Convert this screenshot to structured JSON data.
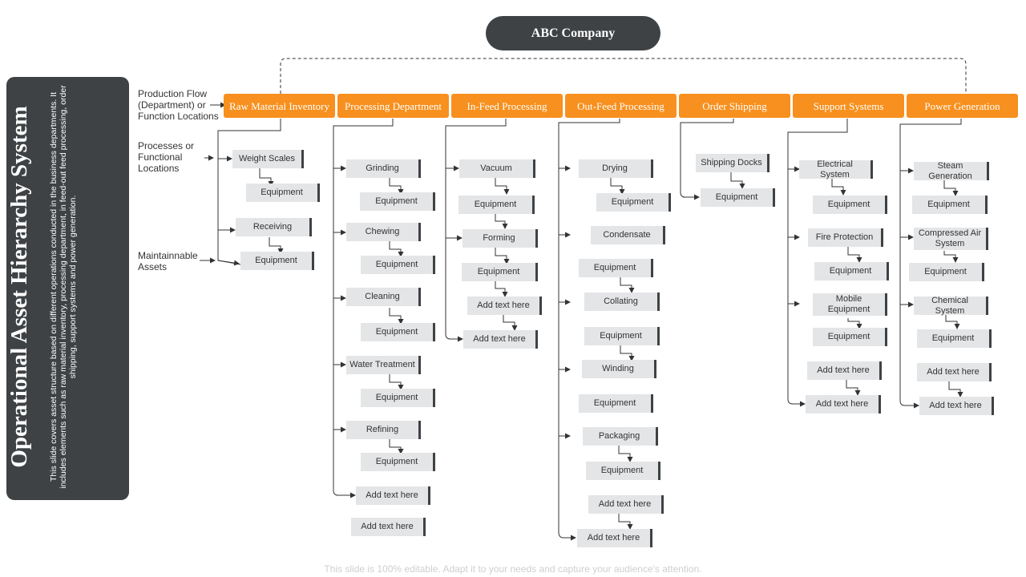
{
  "title": "Operational Asset Hierarchy System",
  "description": "This slide covers asset structure based on different operations conducted in the business departments. It includes elements such as raw material inventory, processing department, in feed-out feed processing, order shipping, support systems and power generation.",
  "company": "ABC Company",
  "legend": {
    "flow": "Production Flow (Department) or Function Locations",
    "processes": "Processes or Functional Locations",
    "assets": "Maintainnable Assets"
  },
  "departments": [
    {
      "name": "Raw Material Inventory",
      "items": [
        "Weight Scales",
        "Equipment",
        "Receiving",
        "Equipment"
      ]
    },
    {
      "name": "Processing Department",
      "items": [
        "Grinding",
        "Equipment",
        "Chewing",
        "Equipment",
        "Cleaning",
        "Equipment",
        "Water Treatment",
        "Equipment",
        "Refining",
        "Equipment",
        "Add text here",
        "Add text here"
      ]
    },
    {
      "name": "In-Feed Processing",
      "items": [
        "Vacuum",
        "Equipment",
        "Forming",
        "Equipment",
        "Add text here",
        "Add text here"
      ]
    },
    {
      "name": "Out-Feed Processing",
      "items": [
        "Drying",
        "Equipment",
        "Condensate",
        "Equipment",
        "Collating",
        "Equipment",
        "Winding",
        "Equipment",
        "Packaging",
        "Equipment",
        "Add text here",
        "Add text here"
      ]
    },
    {
      "name": "Order Shipping",
      "items": [
        "Shipping Docks",
        "Equipment"
      ]
    },
    {
      "name": "Support Systems",
      "items": [
        "Electrical System",
        "Equipment",
        "Fire Protection",
        "Equipment",
        "Mobile Equipment",
        "Equipment",
        "Add text here",
        "Add text here"
      ]
    },
    {
      "name": "Power Generation",
      "items": [
        "Steam Generation",
        "Equipment",
        "Compressed Air System",
        "Equipment",
        "Chemical System",
        "Equipment",
        "Add text here",
        "Add text here"
      ]
    }
  ],
  "footer": "This slide is 100% editable. Adapt it to your needs and capture your audience's attention.",
  "colors": {
    "accent": "#f7901e",
    "dark": "#3f4245",
    "box": "#e4e5e7"
  }
}
